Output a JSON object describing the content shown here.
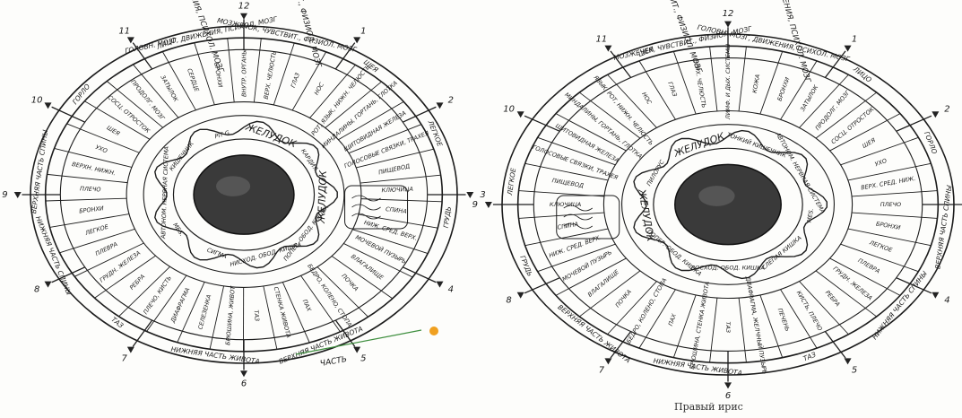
{
  "caption": "Правый ирис",
  "left_iris": {
    "clock": [
      "12",
      "1",
      "2",
      "3",
      "4",
      "5",
      "6",
      "7",
      "8",
      "9",
      "10",
      "11"
    ],
    "outer_labels": [
      {
        "clock": "12",
        "text": "ГОЛОВН. МОЗГ, ДВИЖЕНИЯ, ПСИХОЛ. МОЗГ"
      },
      {
        "clock": "12",
        "text": "МОЗЖЕЧОК, ЧУВСТВИТ., ФИЗИОЛ. МОЗГ"
      },
      {
        "clock": "1",
        "text": "ШЕЯ"
      },
      {
        "clock": "2",
        "text": "ЛЕГКОЕ"
      },
      {
        "clock": "3",
        "text": "ГРУДЬ"
      },
      {
        "clock": "5",
        "text": "ВЕРХНЯЯ ЧАСТЬ ЖИВОТА"
      },
      {
        "clock": "6",
        "text": "НИЖНЯЯ ЧАСТЬ ЖИВОТА"
      },
      {
        "clock": "7",
        "text": "ТАЗ"
      },
      {
        "clock": "8",
        "text": "НИЖНЯЯ ЧАСТЬ СПИНЫ"
      },
      {
        "clock": "9",
        "text": "ВЕРХНЯЯ ЧАСТЬ СПИНЫ"
      },
      {
        "clock": "10",
        "text": "ГОРЛО"
      },
      {
        "clock": "11",
        "text": "ЛИЦО"
      }
    ],
    "zones": [
      "ВЕРХ. ЧЕЛЮСТЬ",
      "ГЛАЗ",
      "НОС",
      "РОТ, ЯЗЫК, НИЖН. ЧЕЛЮСТЬ",
      "МИНДАЛИНЫ, ГОРТАНЬ, ГЛОТКА",
      "ЩИТОВИДНАЯ ЖЕЛЕЗА",
      "ГОЛОСОВЫЕ СВЯЗКИ, ТРАХЕЯ",
      "ПИЩЕВОД",
      "КЛЮЧИЦА",
      "СПИНА",
      "НИЖ. СРЕД. ВЕРХ.",
      "МОЧЕВОЙ ПУЗЫРЬ",
      "ВЛАГАЛИЩЕ",
      "ПОЧКА",
      "БЕДРО, КОЛЕНО, СТОПА",
      "ПАХ",
      "СТЕНКА ЖИВОТА",
      "ТАЗ",
      "БРЮШИНА, ЖИВОТ",
      "СЕЛЕЗЕНКА",
      "ДИАФРАГМА",
      "ПЛЕЧО, КИСТЬ",
      "РЕБРА",
      "ГРУДН. ЖЕЛЕЗА",
      "ПЛЕВРА",
      "ЛЕГКОЕ",
      "БРОНХИ",
      "ПЛЕЧО",
      "ВЕРХН. НИЖН.",
      "УХО",
      "ШЕЯ",
      "СОСЦ. ОТРОСТОК",
      "ПРОДОЛГ. МОЗГ",
      "ЗАТЫЛОК",
      "СЕРДЦЕ",
      "БРОНХИ",
      "ВНУТР. ОРГАНЫ"
    ],
    "inner_labels": [
      "ЖЕЛУДОК",
      "КАРДИЯ",
      "ЖЕЛУДОК",
      "ПОПЕР.-ОБОД. КИШКА",
      "НИСХОД. ОБОД. КИШКА",
      "СИГМА",
      "MES.",
      "АВТОНОМ. НЕРВНАЯ СИСТЕМА",
      "КИШЕЧНИК",
      "PIT G"
    ],
    "annotation": "ЧАСТЬ"
  },
  "right_iris": {
    "clock": [
      "12",
      "1",
      "2",
      "3",
      "4",
      "5",
      "6",
      "7",
      "8",
      "9",
      "10",
      "11"
    ],
    "outer_labels": [
      {
        "clock": "12",
        "text": "МОЗЖЕЧЕК, ЧУВСТВИТ., ФИЗИОЛ. МОЗГ"
      },
      {
        "clock": "12",
        "text": "ГОЛОВН. МОЗГ, ДВИЖЕНИЯ, ПСИХОЛ. МОЗГ"
      },
      {
        "clock": "1",
        "text": "ЛИЦО"
      },
      {
        "clock": "2",
        "text": "ГОРЛО"
      },
      {
        "clock": "3",
        "text": "ВЕРХНЯЯ ЧАСТЬ СПИНЫ"
      },
      {
        "clock": "4",
        "text": "НИЖНЯЯ ЧАСТЬ СПИНЫ"
      },
      {
        "clock": "5",
        "text": "ТАЗ"
      },
      {
        "clock": "6",
        "text": "НИЖНЯЯ ЧАСТЬ ЖИВОТА"
      },
      {
        "clock": "7",
        "text": "ВЕРХНЯЯ ЧАСТЬ ЖИВОТА"
      },
      {
        "clock": "8",
        "text": "ГРУДЬ"
      },
      {
        "clock": "9",
        "text": "ЛЕГКОЕ"
      },
      {
        "clock": "11",
        "text": "ШЕЯ"
      }
    ],
    "zones": [
      "ВЕРХ. ЧЕЛЮСТЬ",
      "ГЛАЗ",
      "НОС",
      "ЯЗЫК, РОТ, НИЖН. ЧЕЛЮСТЬ",
      "МИНДАЛИНЫ, ГОРТАНЬ, ГЛОТКА",
      "ЩИТОВИДНАЯ ЖЕЛЕЗА",
      "ГОЛОСОВЫЕ СВЯЗКИ, ТРАХЕЯ",
      "ПИЩЕВОД",
      "КЛЮЧИЦА",
      "СПИНА",
      "НИЖ. СРЕД. ВЕРХ.",
      "МОЧЕВОЙ ПУЗЫРЬ",
      "ВЛАГАЛИЩЕ",
      "ПОЧКА",
      "БЕДРО, КОЛЕНО, СТОПА",
      "ПАХ",
      "БРЮШИНА, СТЕНКА ЖИВОТА",
      "ТАЗ",
      "ДИАФРАГМА, ЖЕЛЧНЫЙ ПУЗЫРЬ",
      "ПЕЧЕНЬ",
      "КИСТЬ, ПЛЕЧО",
      "РЕБРА",
      "ГРУДН. ЖЕЛЕЗА",
      "ПЛЕВРА",
      "ЛЕГКОЕ",
      "БРОНХИ",
      "ПЛЕЧО",
      "ВЕРХ. СРЕД. НИЖ.",
      "УХО",
      "ШЕЯ",
      "СОСЦ. ОТРОСТОК",
      "ПРОДОЛГ. МОЗГ",
      "ЗАТЫЛОК",
      "БРОНХИ",
      "КОЖА",
      "ЛИМФ. И ДЫХ. СИСТЕМЫ"
    ],
    "inner_labels": [
      "ЖЕЛУДОК",
      "ПИЛОРУС",
      "ЖЕЛУДОК",
      "ПОПЕР.-ОБОД. КИШКА",
      "ВОСХОД. ОБОД. КИШКА",
      "СЛЕПАЯ КИШКА",
      "MES.",
      "АВТОНОМ. НЕРВНАЯ СИСТЕМА",
      "ТОНКИЙ КИШЕЧНИК"
    ]
  }
}
